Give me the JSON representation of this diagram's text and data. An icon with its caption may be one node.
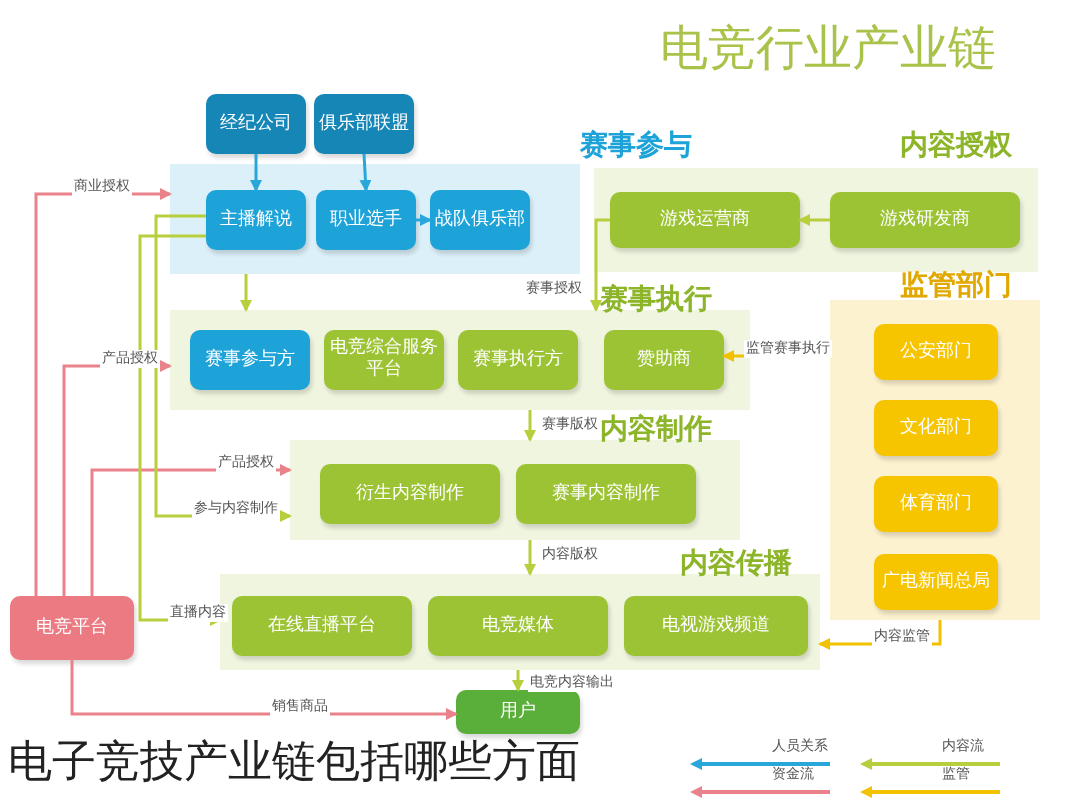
{
  "diagram": {
    "title": "电竞行业产业链",
    "caption": "电子竞技产业链包括哪些方面",
    "nodes": [
      {
        "text": [
          "经纪公司"
        ]
      },
      {
        "text": [
          "俱乐部联盟"
        ]
      },
      {
        "text": [
          "赛事参与"
        ]
      },
      {
        "text": [
          "主播解说"
        ],
        "in": 2
      },
      {
        "text": [
          "职业选手"
        ],
        "in": 2
      },
      {
        "text": [
          "战队俱乐部"
        ],
        "in": 2
      },
      {
        "text": [
          "内容授权"
        ]
      },
      {
        "text": [
          "游戏运营商"
        ],
        "in": 6
      },
      {
        "text": [
          "游戏研发商"
        ],
        "in": 6
      },
      {
        "text": [
          "赛事执行"
        ]
      },
      {
        "text": [
          "赛事参与方"
        ],
        "in": 9
      },
      {
        "text": [
          "电竞综合服务平台"
        ],
        "in": 9
      },
      {
        "text": [
          "赛事执行方"
        ],
        "in": 9
      },
      {
        "text": [
          "赞助商"
        ],
        "in": 9
      },
      {
        "text": [
          "监管部门"
        ]
      },
      {
        "text": [
          "公安部门"
        ],
        "in": 14
      },
      {
        "text": [
          "文化部门"
        ],
        "in": 14
      },
      {
        "text": [
          "体育部门"
        ],
        "in": 14
      },
      {
        "text": [
          "广电新闻总局"
        ],
        "in": 14
      },
      {
        "text": [
          "内容制作"
        ]
      },
      {
        "text": [
          "衍生内容制作"
        ],
        "in": 19
      },
      {
        "text": [
          "赛事内容制作"
        ],
        "in": 19
      },
      {
        "text": [
          "内容传播"
        ]
      },
      {
        "text": [
          "在线直播平台"
        ],
        "in": 22
      },
      {
        "text": [
          "电竞媒体"
        ],
        "in": 22
      },
      {
        "text": [
          "电视游戏频道"
        ],
        "in": 22
      },
      {
        "text": [
          "电竞平台"
        ]
      },
      {
        "text": [
          "用户"
        ]
      }
    ],
    "edges": [
      {
        "from": 0,
        "to": 3,
        "arrow": "to",
        "color": "#2aa7da"
      },
      {
        "from": 1,
        "to": 4,
        "arrow": "to",
        "color": "#2aa7da"
      },
      {
        "from": 4,
        "to": 5,
        "arrow": "to",
        "color": "#2aa7da"
      },
      {
        "from": 8,
        "to": 7,
        "arrow": "to"
      },
      {
        "from": 2,
        "to": 9,
        "arrow": "to"
      },
      {
        "from": 7,
        "to": 9,
        "arrow": "to",
        "label": "赛事授权"
      },
      {
        "from": 14,
        "to": 13,
        "arrow": "to",
        "label": "监管赛事执行",
        "color": "#f2c200"
      },
      {
        "from": 9,
        "to": 19,
        "arrow": "to",
        "label": "赛事版权"
      },
      {
        "from": 19,
        "to": 22,
        "arrow": "to",
        "label": "内容版权"
      },
      {
        "from": 22,
        "to": 27,
        "arrow": "to",
        "label": "电竞内容输出"
      },
      {
        "from": 14,
        "to": 22,
        "arrow": "to",
        "label": "内容监管",
        "color": "#f2c200"
      },
      {
        "from": 26,
        "to": 2,
        "arrow": "to",
        "label": "商业授权",
        "color": "#e9828a"
      },
      {
        "from": 26,
        "to": 9,
        "arrow": "to",
        "label": "产品授权",
        "color": "#e9828a"
      },
      {
        "from": 26,
        "to": 19,
        "arrow": "to",
        "label": "产品授权",
        "color": "#e9828a"
      },
      {
        "from": 3,
        "to": 19,
        "arrow": "to",
        "label": "参与内容制作"
      },
      {
        "from": 3,
        "to": 22,
        "arrow": "to",
        "label": "直播内容"
      },
      {
        "from": 26,
        "to": 27,
        "arrow": "to",
        "label": "销售商品",
        "color": "#e9828a"
      }
    ],
    "legend": [
      {
        "text": "人员关系",
        "color": "#2aa7da"
      },
      {
        "text": "内容流",
        "color": "#b7cf3c"
      },
      {
        "text": "资金流",
        "color": "#e9828a"
      },
      {
        "text": "监管",
        "color": "#f2c200"
      }
    ]
  }
}
